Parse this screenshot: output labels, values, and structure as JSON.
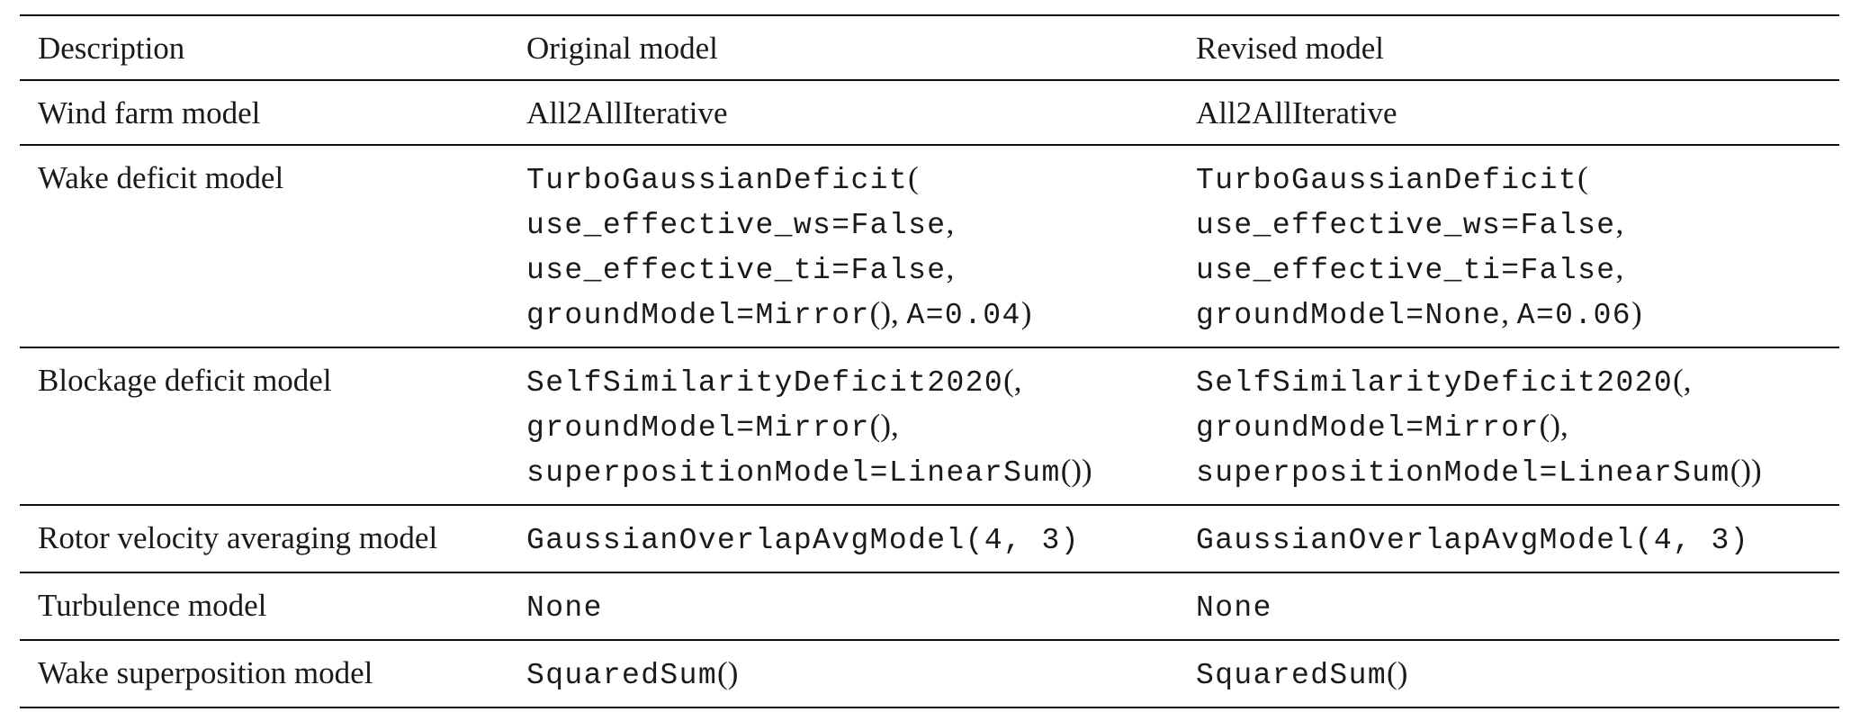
{
  "headers": [
    "Description",
    "Original model",
    "Revised model"
  ],
  "rows": [
    {
      "description": "Wind farm model",
      "original": [
        [
          {
            "t": "All2AllIterative",
            "f": "serif"
          }
        ]
      ],
      "revised": [
        [
          {
            "t": "All2AllIterative",
            "f": "serif"
          }
        ]
      ]
    },
    {
      "description": "Wake deficit model",
      "original": [
        [
          {
            "t": "TurboGaussianDeficit",
            "f": "mono"
          },
          {
            "t": "(",
            "f": "serif"
          }
        ],
        [
          {
            "t": "use_effective_ws=False",
            "f": "mono"
          },
          {
            "t": ",",
            "f": "serif"
          }
        ],
        [
          {
            "t": "use_effective_ti=False",
            "f": "mono"
          },
          {
            "t": ",",
            "f": "serif"
          }
        ],
        [
          {
            "t": "groundModel=Mirror",
            "f": "mono"
          },
          {
            "t": "(), ",
            "f": "serif"
          },
          {
            "t": "A=0.04",
            "f": "mono"
          },
          {
            "t": ")",
            "f": "serif"
          }
        ]
      ],
      "revised": [
        [
          {
            "t": "TurboGaussianDeficit",
            "f": "mono"
          },
          {
            "t": "(",
            "f": "serif"
          }
        ],
        [
          {
            "t": "use_effective_ws=False",
            "f": "mono"
          },
          {
            "t": ",",
            "f": "serif"
          }
        ],
        [
          {
            "t": "use_effective_ti=False",
            "f": "mono"
          },
          {
            "t": ",",
            "f": "serif"
          }
        ],
        [
          {
            "t": "groundModel=None",
            "f": "mono"
          },
          {
            "t": ", ",
            "f": "serif"
          },
          {
            "t": "A=0.06",
            "f": "mono"
          },
          {
            "t": ")",
            "f": "serif"
          }
        ]
      ]
    },
    {
      "description": "Blockage deficit model",
      "original": [
        [
          {
            "t": "SelfSimilarityDeficit2020",
            "f": "mono"
          },
          {
            "t": "(,",
            "f": "serif"
          }
        ],
        [
          {
            "t": "groundModel=Mirror",
            "f": "mono"
          },
          {
            "t": "(),",
            "f": "serif"
          }
        ],
        [
          {
            "t": "superpositionModel=LinearSum",
            "f": "mono"
          },
          {
            "t": "())",
            "f": "serif"
          }
        ]
      ],
      "revised": [
        [
          {
            "t": "SelfSimilarityDeficit2020",
            "f": "mono"
          },
          {
            "t": "(,",
            "f": "serif"
          }
        ],
        [
          {
            "t": "groundModel=Mirror",
            "f": "mono"
          },
          {
            "t": "(),",
            "f": "serif"
          }
        ],
        [
          {
            "t": "superpositionModel=LinearSum",
            "f": "mono"
          },
          {
            "t": "())",
            "f": "serif"
          }
        ]
      ]
    },
    {
      "description": "Rotor velocity averaging model",
      "original": [
        [
          {
            "t": "GaussianOverlapAvgModel(4, 3)",
            "f": "mono"
          }
        ]
      ],
      "revised": [
        [
          {
            "t": "GaussianOverlapAvgModel(4, 3)",
            "f": "mono"
          }
        ]
      ]
    },
    {
      "description": "Turbulence model",
      "original": [
        [
          {
            "t": "None",
            "f": "mono"
          }
        ]
      ],
      "revised": [
        [
          {
            "t": "None",
            "f": "mono"
          }
        ]
      ]
    },
    {
      "description": "Wake superposition model",
      "original": [
        [
          {
            "t": "SquaredSum",
            "f": "mono"
          },
          {
            "t": "()",
            "f": "serif"
          }
        ]
      ],
      "revised": [
        [
          {
            "t": "SquaredSum",
            "f": "mono"
          },
          {
            "t": "()",
            "f": "serif"
          }
        ]
      ]
    }
  ]
}
